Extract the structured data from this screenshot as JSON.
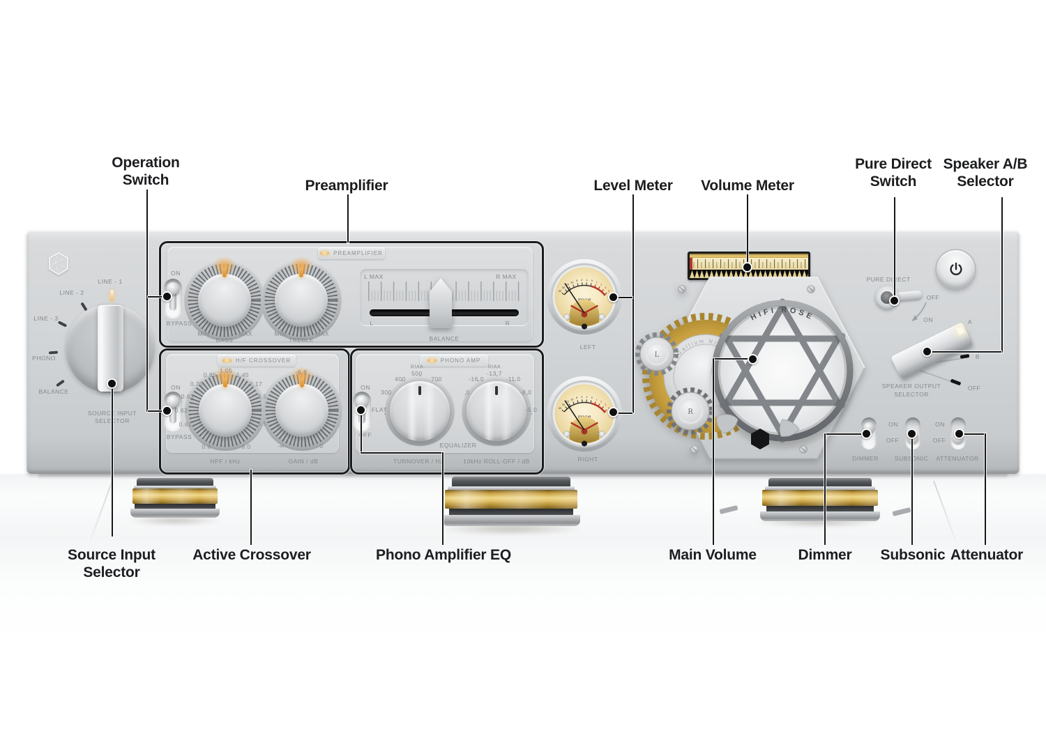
{
  "callouts": {
    "operation": "Operation Switch",
    "preamplifier": "Preamplifier",
    "level_meter": "Level Meter",
    "volume_meter": "Volume Meter",
    "pure_direct": "Pure Direct Switch",
    "speaker_ab": "Speaker A/B Selector",
    "source_input": "Source Input Selector",
    "active_crossover": "Active Crossover",
    "phono_eq": "Phono Amplifier EQ",
    "main_volume": "Main Volume",
    "dimmer": "Dimmer",
    "subsonic": "Subsonic",
    "attenuator": "Attenuator"
  },
  "panel": {
    "source": {
      "line1": "LINE - 1",
      "line2": "LINE - 2",
      "line3": "LINE - 3",
      "phono": "PHONO",
      "balance": "BALANCE",
      "label1": "SOURCE INPUT",
      "label2": "SELECTOR"
    },
    "preamp": {
      "tab": "PREAMPLIFIER",
      "on": "ON",
      "bypass": "BYPASS",
      "min": "MIN",
      "max": "MAX",
      "bass": "BASS",
      "treble": "TREBLE",
      "l_max": "L MAX",
      "r_max": "R MAX",
      "l": "L",
      "r": "R",
      "balance": "BALANCE"
    },
    "crossover": {
      "tab": "H/F CROSSOVER",
      "on": "ON",
      "bypass": "BYPASS",
      "hpf_label": "HPF / kHz",
      "gain_label": "GAIN / dB",
      "hpf_scale": [
        "0.6",
        "0.61",
        "0.62",
        "0.63",
        "0.70",
        "0.85",
        "1.05",
        "1.45",
        "2.17",
        "3.5",
        "5.5",
        "6.0"
      ],
      "gain_scale": [
        "-∞",
        "-6.8",
        "0"
      ]
    },
    "phono": {
      "tab": "PHONO AMP",
      "on": "ON",
      "off": "OFF",
      "equalizer": "EQUALIZER",
      "riaa": "RIAA",
      "turnover_label": "TURNOVER / Hz",
      "rolloff_label": "10kHz ROLL-OFF / dB",
      "turnover_scale": [
        "FLAT",
        "300",
        "400",
        "500",
        "700"
      ],
      "rolloff_scale": [
        "0",
        "-16.0",
        "-13.7",
        "-11.0",
        "-8.0",
        "-5.0"
      ]
    },
    "meters": {
      "left": "LEFT",
      "right": "RIGHT",
      "brand": "rose",
      "scale": [
        "40",
        "30",
        "20",
        "10",
        "5",
        "2",
        "1",
        "0",
        "1",
        "2",
        "3",
        "5"
      ]
    },
    "volume": {
      "brand": "HIFI ROSE",
      "gear": "Gallium Nitride",
      "l": "L",
      "r": "R"
    },
    "controls": {
      "pure_direct": "PURE DIRECT",
      "off": "OFF",
      "on": "ON",
      "a": "A",
      "b": "B",
      "speaker_label1": "SPEAKER OUTPUT",
      "speaker_label2": "SELECTOR",
      "dimmer": "DIMMER",
      "subsonic": "SUBSONIC",
      "attenuator": "ATTENUATOR"
    },
    "colors": {
      "accent_amber": "#eab05e",
      "gold": "#c9a23c",
      "meter_red": "#b5362b",
      "panel_silver": "#d2d5d7",
      "line_black": "#161616"
    }
  }
}
